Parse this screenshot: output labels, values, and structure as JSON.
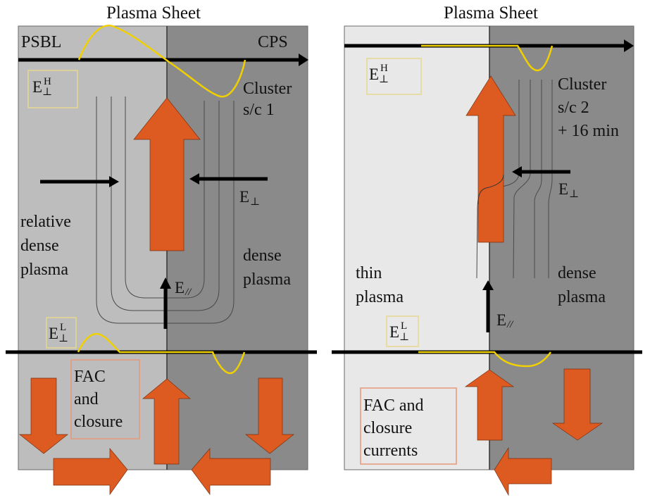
{
  "colors": {
    "psbl_region": "#bdbdbd",
    "thin_region": "#e8e8e8",
    "cps_region": "#8a8a8a",
    "current_arrow": "#dd5a20",
    "field_curve": "#f0d000",
    "box_yellow": "#e8d890",
    "box_salmon": "#e89878"
  },
  "left_panel": {
    "title": "Plasma Sheet",
    "region_left_label": "PSBL",
    "region_right_label": "CPS",
    "spacecraft_line1": "Cluster",
    "spacecraft_line2": "s/c 1",
    "e_high": {
      "base": "E",
      "sub": "⊥",
      "sup": "H"
    },
    "e_low": {
      "base": "E",
      "sub": "⊥",
      "sup": "L"
    },
    "e_perp": {
      "base": "E",
      "sub": "⊥"
    },
    "e_par": {
      "base": "E",
      "sub": "//"
    },
    "left_plasma": [
      "relative",
      "dense",
      "plasma"
    ],
    "right_plasma": [
      "dense",
      "plasma"
    ],
    "fac_box": [
      "FAC",
      "and",
      "closure"
    ]
  },
  "right_panel": {
    "title": "Plasma Sheet",
    "spacecraft_line1": "Cluster",
    "spacecraft_line2": "s/c 2",
    "spacecraft_line3": "+ 16 min",
    "e_high": {
      "base": "E",
      "sub": "⊥",
      "sup": "H"
    },
    "e_low": {
      "base": "E",
      "sub": "⊥",
      "sup": "L"
    },
    "e_perp": {
      "base": "E",
      "sub": "⊥"
    },
    "e_par": {
      "base": "E",
      "sub": "//"
    },
    "left_plasma": [
      "thin",
      "plasma"
    ],
    "right_plasma": [
      "dense",
      "plasma"
    ],
    "fac_box": [
      "FAC and",
      "closure",
      "currents"
    ]
  }
}
